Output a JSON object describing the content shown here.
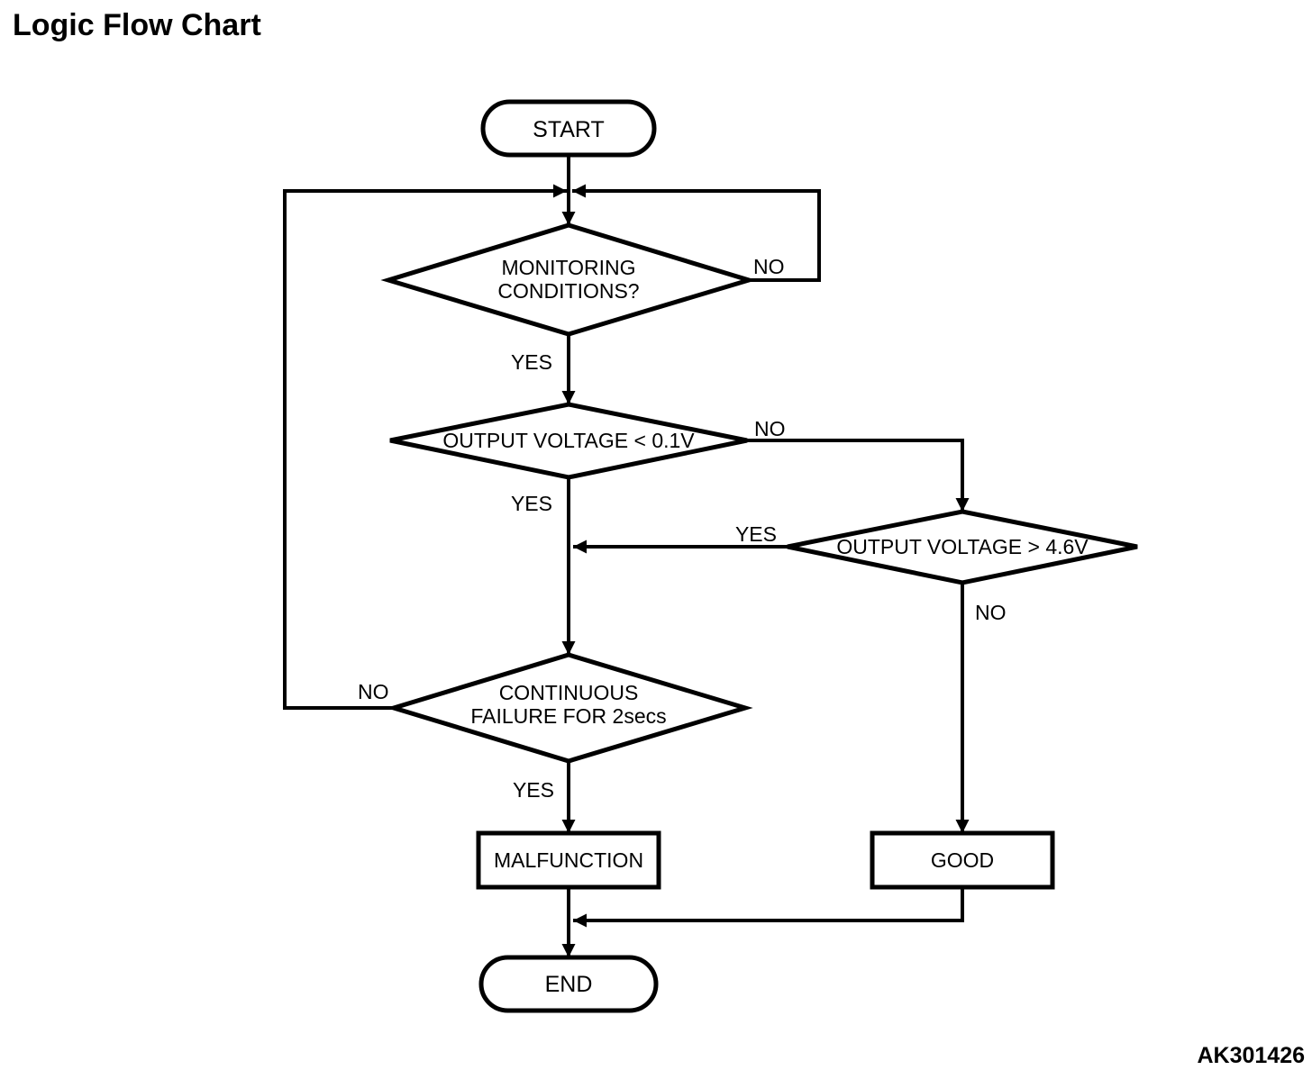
{
  "title": "Logic Flow Chart",
  "figure_code": "AK301426",
  "colors": {
    "ink": "#000000",
    "background": "#ffffff"
  },
  "diagram": {
    "type": "flowchart",
    "nodes": [
      {
        "id": "start",
        "shape": "terminator",
        "label": "START"
      },
      {
        "id": "monitoring-conditions",
        "shape": "decision",
        "label": "MONITORING CONDITIONS?",
        "lines": [
          "MONITORING",
          "CONDITIONS?"
        ]
      },
      {
        "id": "output-voltage-low",
        "shape": "decision",
        "label": "OUTPUT VOLTAGE < 0.1V"
      },
      {
        "id": "output-voltage-high",
        "shape": "decision",
        "label": "OUTPUT VOLTAGE > 4.6V"
      },
      {
        "id": "continuous-failure",
        "shape": "decision",
        "label": "CONTINUOUS FAILURE FOR 2secs",
        "lines": [
          "CONTINUOUS",
          "FAILURE FOR 2secs"
        ]
      },
      {
        "id": "malfunction",
        "shape": "process",
        "label": "MALFUNCTION"
      },
      {
        "id": "good",
        "shape": "process",
        "label": "GOOD"
      },
      {
        "id": "end",
        "shape": "terminator",
        "label": "END"
      }
    ],
    "edges": [
      {
        "from": "start",
        "to": "monitoring-conditions",
        "label": ""
      },
      {
        "from": "monitoring-conditions",
        "to": "loop-merge",
        "label": "NO"
      },
      {
        "from": "monitoring-conditions",
        "to": "output-voltage-low",
        "label": "YES"
      },
      {
        "from": "output-voltage-low",
        "to": "output-voltage-high",
        "label": "NO"
      },
      {
        "from": "output-voltage-low",
        "to": "continuous-failure",
        "label": "YES"
      },
      {
        "from": "output-voltage-high",
        "to": "continuous-failure",
        "label": "YES"
      },
      {
        "from": "output-voltage-high",
        "to": "good",
        "label": "NO"
      },
      {
        "from": "continuous-failure",
        "to": "loop-merge",
        "label": "NO"
      },
      {
        "from": "continuous-failure",
        "to": "malfunction",
        "label": "YES"
      },
      {
        "from": "malfunction",
        "to": "end",
        "label": ""
      },
      {
        "from": "good",
        "to": "end",
        "label": ""
      }
    ]
  }
}
